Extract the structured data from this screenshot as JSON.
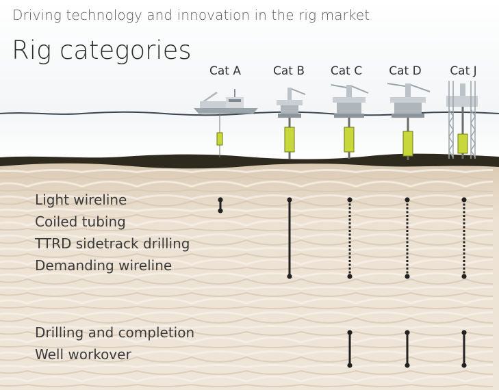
{
  "header": {
    "subtitle": "Driving technology and innovation in the rig market",
    "title": "Rig categories"
  },
  "categories": [
    "Cat A",
    "Cat B",
    "Cat C",
    "Cat D",
    "Cat J"
  ],
  "groups": [
    {
      "operations": [
        "Light wireline",
        "Coiled tubing",
        "TTRD sidetrack drilling",
        "Demanding wireline"
      ]
    },
    {
      "operations": [
        "Drilling and completion",
        "Well workover"
      ]
    }
  ],
  "capability_bars": [
    {
      "category": "Cat A",
      "group": 0,
      "from": 0,
      "to": 0.5,
      "style": "solid"
    },
    {
      "category": "Cat B",
      "group": 0,
      "from": 0,
      "to": 3.5,
      "style": "solid"
    },
    {
      "category": "Cat C",
      "group": 0,
      "from": 0,
      "to": 3.5,
      "style": "dotted"
    },
    {
      "category": "Cat D",
      "group": 0,
      "from": 0,
      "to": 3.5,
      "style": "dotted"
    },
    {
      "category": "Cat J",
      "group": 0,
      "from": 0,
      "to": 3.5,
      "style": "dotted"
    },
    {
      "category": "Cat C",
      "group": 1,
      "from": 0,
      "to": 1.5,
      "style": "solid"
    },
    {
      "category": "Cat D",
      "group": 1,
      "from": 0,
      "to": 1.5,
      "style": "solid"
    },
    {
      "category": "Cat J",
      "group": 1,
      "from": 0,
      "to": 1.5,
      "style": "solid"
    }
  ],
  "colors": {
    "sea_line": "#3b4550",
    "seabed": "#2f2a1e",
    "sediment": "#e9ddcc",
    "bar": "#222222",
    "wellhead": "#c8d83a"
  }
}
